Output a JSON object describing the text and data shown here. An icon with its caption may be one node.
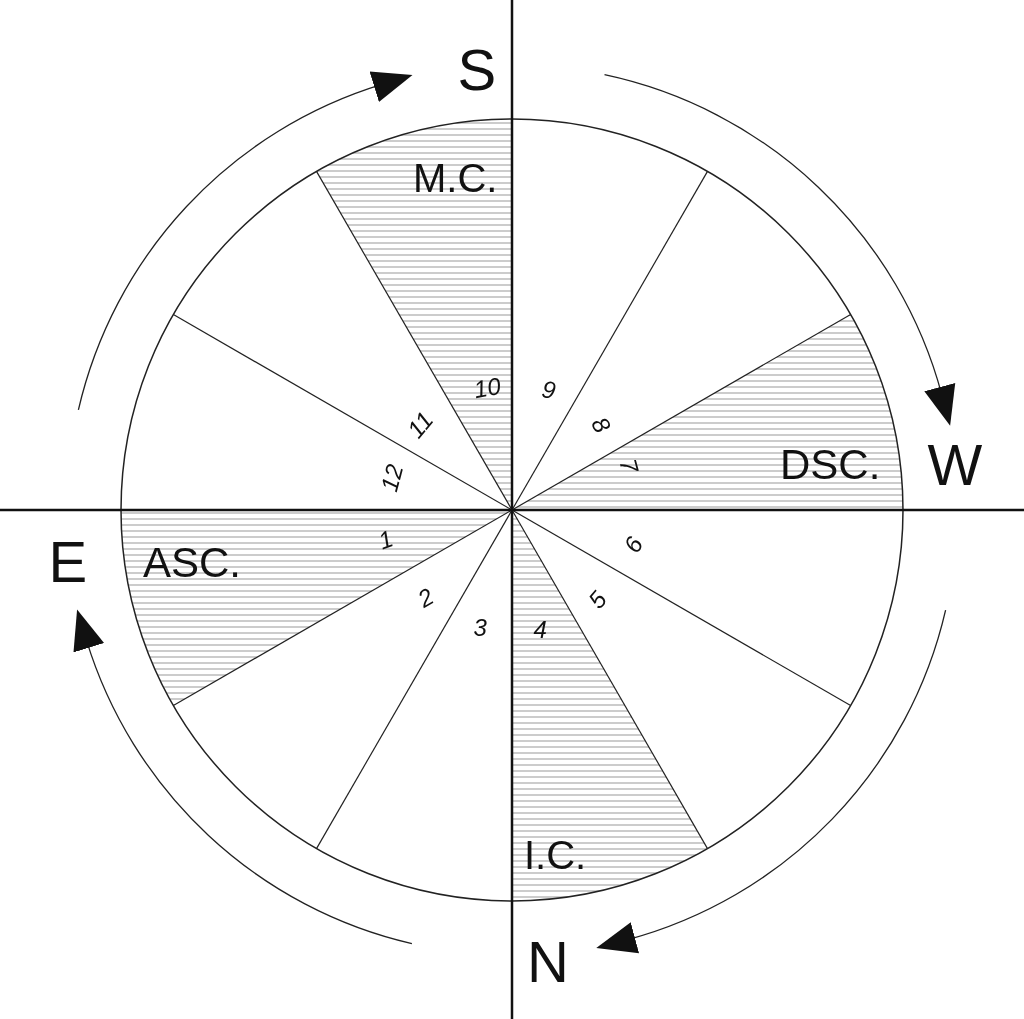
{
  "diagram": {
    "labels": [
      "S",
      "M.C.",
      "10",
      "9",
      "11",
      "8",
      "12",
      "7",
      "DSC.",
      "W",
      "E",
      "ASC.",
      "1",
      "6",
      "2",
      "5",
      "3",
      "4",
      "I.C.",
      "N"
    ]
  }
}
